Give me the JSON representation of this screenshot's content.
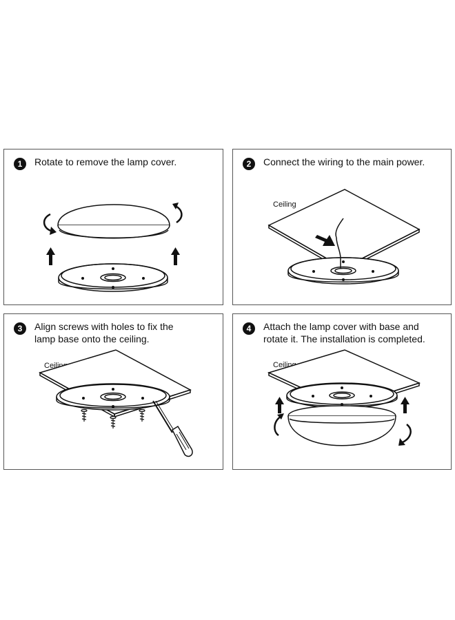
{
  "steps": [
    {
      "number": "1",
      "lines": [
        "Rotate to remove the lamp cover."
      ]
    },
    {
      "number": "2",
      "lines": [
        "Connect the wiring to the main power."
      ],
      "ceiling_label": "Ceiling"
    },
    {
      "number": "3",
      "lines": [
        "Align screws with holes to fix the",
        "lamp base onto the ceiling."
      ],
      "ceiling_label": "Ceiling"
    },
    {
      "number": "4",
      "lines": [
        "Attach the lamp cover with base and",
        "rotate it. The installation is completed."
      ],
      "ceiling_label": "Ceiling"
    }
  ],
  "icons": {
    "rotate": "curved-rotate-arrow-icon",
    "up": "up-arrow-icon",
    "pointer": "pointer-arrow-icon",
    "screwdriver": "screwdriver-icon",
    "screw": "screw-icon"
  },
  "colors": {
    "line": "#111111",
    "border": "#555555"
  }
}
